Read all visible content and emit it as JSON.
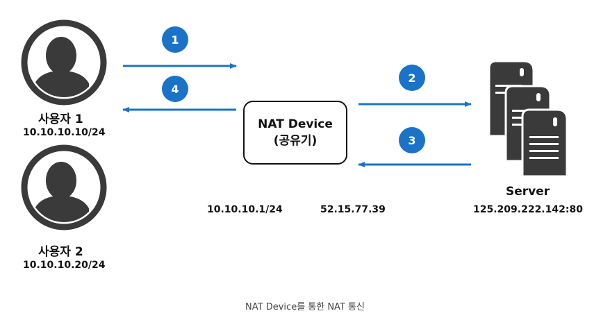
{
  "users": [
    {
      "name": "사용자 1",
      "ip": "10.10.10.10/24"
    },
    {
      "name": "사용자 2",
      "ip": "10.10.10.20/24"
    }
  ],
  "nat_device": {
    "line1": "NAT Device",
    "line2": "(공유기)"
  },
  "addresses": {
    "private": "10.10.10.1/24",
    "public": "52.15.77.39",
    "server": "125.209.222.142:80"
  },
  "server": {
    "label": "Server"
  },
  "steps": [
    "1",
    "2",
    "3",
    "4"
  ],
  "caption": "NAT Device를 통한 NAT 통신",
  "colors": {
    "arrow": "#1a73c8",
    "step_badge": "#1a73c8",
    "icon": "#3a3a3a"
  }
}
